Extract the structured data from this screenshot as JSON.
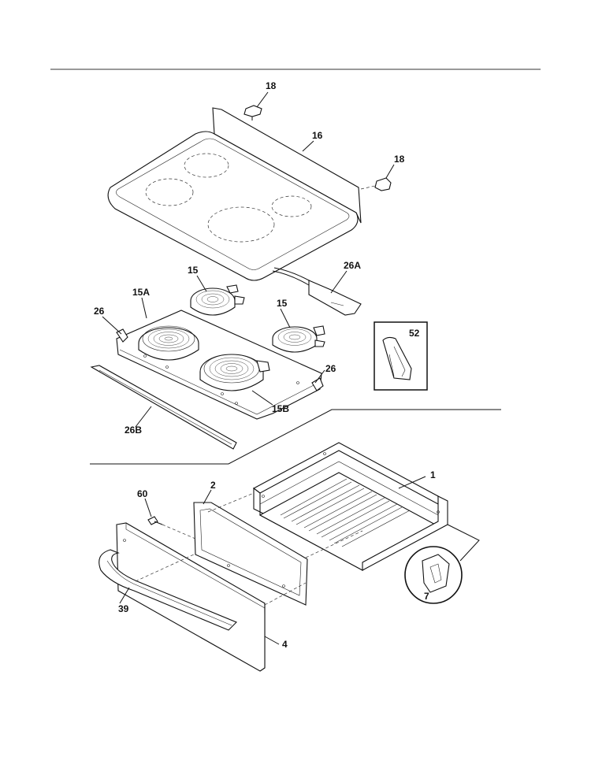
{
  "labels": {
    "p18a": "18",
    "p16": "16",
    "p18b": "18",
    "p26A": "26A",
    "p15a": "15",
    "p15A": "15A",
    "p26a": "26",
    "p15b": "15",
    "p52": "52",
    "p26b": "26",
    "p15B": "15B",
    "p26B": "26B",
    "p1": "1",
    "p2": "2",
    "p60": "60",
    "p7": "7",
    "p39": "39",
    "p4": "4"
  }
}
